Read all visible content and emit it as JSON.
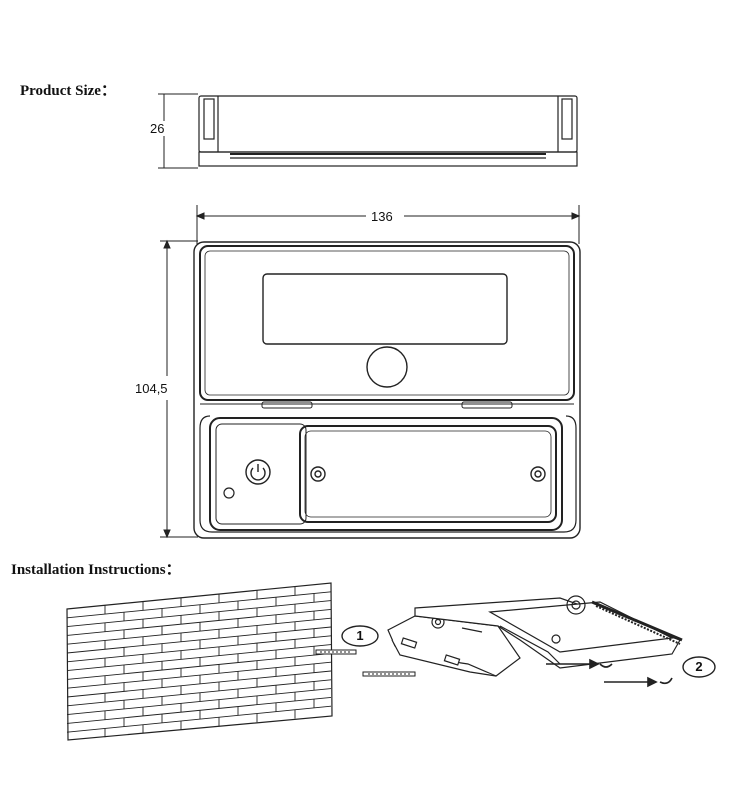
{
  "headings": {
    "product_size": "Product Size：",
    "installation": "Installation Instructions："
  },
  "dimensions": {
    "height": "26",
    "width": "136",
    "depth": "104,5"
  },
  "steps": {
    "one": "1",
    "two": "2"
  }
}
